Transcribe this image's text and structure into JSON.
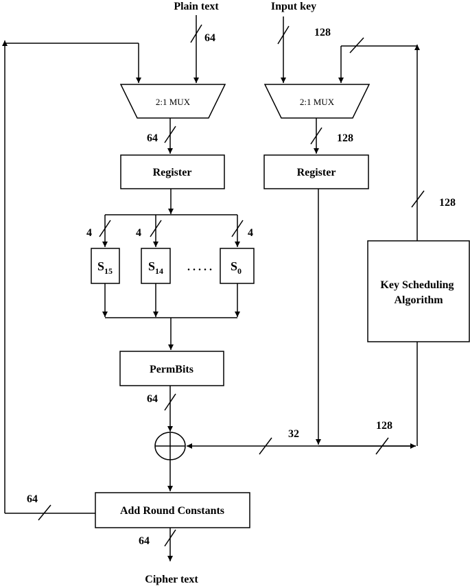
{
  "labels": {
    "plain_text": "Plain text",
    "input_key": "Input key",
    "cipher_text": "Cipher text"
  },
  "blocks": {
    "mux_left": "2:1 MUX",
    "mux_right": "2:1 MUX",
    "register_left": "Register",
    "register_right": "Register",
    "sbox_15": {
      "base": "S",
      "sub": "15"
    },
    "sbox_14": {
      "base": "S",
      "sub": "14"
    },
    "sbox_0": {
      "base": "S",
      "sub": "0"
    },
    "sbox_dots": ". . . . .",
    "permbits": "PermBits",
    "key_scheduling_line1": "Key Scheduling",
    "key_scheduling_line2": "Algorithm",
    "add_round_constants": "Add Round Constants"
  },
  "bus_widths": {
    "plain_text": "64",
    "input_key": "128",
    "key_feedback_top": "128",
    "mux_left_out": "64",
    "mux_right_out": "128",
    "key_schedule_out": "128",
    "sbox_15_in": "4",
    "sbox_14_in": "4",
    "sbox_0_in": "4",
    "permbits_out": "64",
    "round_key": "32",
    "key_bus_right": "128",
    "feedback_left": "64",
    "cipher_out": "64"
  }
}
